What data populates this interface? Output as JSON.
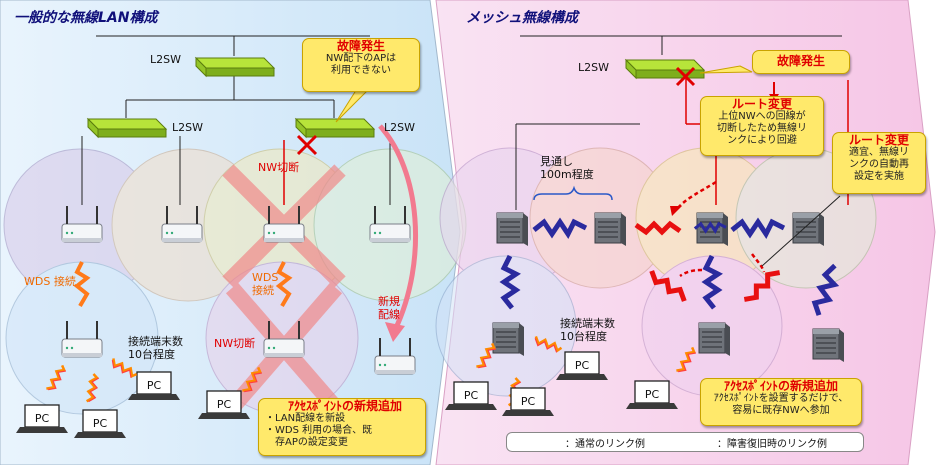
{
  "left": {
    "title": "一般的な無線LAN構成",
    "l2sw_top": "L2SW",
    "l2sw_left": "L2SW",
    "l2sw_right": "L2SW",
    "failure_callout": {
      "title": "故障発生",
      "body": [
        "NW配下のAPは",
        "利用できない"
      ]
    },
    "nw_cut_upper": "NW切断",
    "nw_cut_lower": "NW切断",
    "wds_left": "WDS 接続",
    "wds_center": [
      "WDS",
      "接続"
    ],
    "new_wiring": [
      "新規",
      "配線"
    ],
    "terminal_count": [
      "接続端末数",
      "10台程度"
    ],
    "ap_add_callout": {
      "title": "ｱｸｾｽﾎﾟｲﾝﾄの新規追加",
      "body": [
        "・LAN配線を新設",
        "・WDS 利用の場合、既",
        "　存APの設定変更"
      ]
    },
    "pc_label": "PC"
  },
  "right": {
    "title": "メッシュ無線構成",
    "l2sw": "L2SW",
    "failure_callout": {
      "title": "故障発生"
    },
    "route_change_1": {
      "title": "ルート変更",
      "body": [
        "上位NWへの回線が",
        "切断したため無線リ",
        "ンクにより回避"
      ]
    },
    "route_change_2": {
      "title": "ルート変更",
      "body": [
        "適宜、無線リ",
        "ンクの自動再",
        "設定を実施"
      ]
    },
    "visibility": [
      "見通し",
      "100m程度"
    ],
    "terminal_count": [
      "接続端末数",
      "10台程度"
    ],
    "ap_add_callout": {
      "title": "ｱｸｾｽﾎﾟｲﾝﾄの新規追加",
      "body": [
        "ｱｸｾｽﾎﾟｲﾝﾄを設置するだけで、",
        "容易に既存NWへ参加"
      ]
    },
    "pc_label": "PC",
    "legend": {
      "normal": "：通常のリンク例",
      "recovery": "：障害復旧時のリンク例"
    }
  },
  "colors": {
    "left_bg": "#d9ecfb",
    "right_bg": "#fbd9f0",
    "switch_green": "#a8dc2c",
    "callout_yellow": "#ffe96b",
    "failure_red": "#e00000",
    "normal_link_blue": "#2a2a9e",
    "recovery_link_red": "#e81010"
  }
}
